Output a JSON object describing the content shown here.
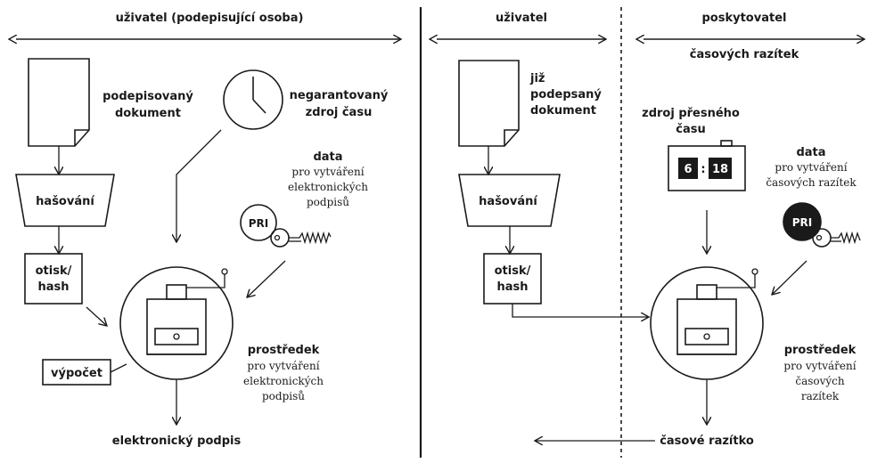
{
  "left": {
    "header": "uživatel (podepisující osoba)",
    "document_label": [
      "podepisovaný",
      "dokument"
    ],
    "clock_label": [
      "negarantovaný",
      "zdroj času"
    ],
    "hashing": "hašování",
    "hash_box": [
      "otisk/",
      "hash"
    ],
    "key_data_title": "data",
    "key_data_desc": [
      "pro vytváření",
      "elektronických",
      "podpisů"
    ],
    "key_badge": "PRI",
    "calc": "výpočet",
    "device_title": "prostředek",
    "device_desc": [
      "pro vytváření",
      "elektronických",
      "podpisů"
    ],
    "output": "elektronický podpis"
  },
  "right": {
    "user_header": "uživatel",
    "provider_header": "poskytovatel",
    "provider_sub": "časových razítek",
    "document_label": [
      "již",
      "podepsaný",
      "dokument"
    ],
    "hashing": "hašování",
    "hash_box": [
      "otisk/",
      "hash"
    ],
    "time_source": [
      "zdroj přesného",
      "času"
    ],
    "clock_hours": "6",
    "clock_colon": ":",
    "clock_minutes": "18",
    "key_data_title": "data",
    "key_data_desc": [
      "pro vytváření",
      "časových razítek"
    ],
    "key_badge": "PRI",
    "device_title": "prostředek",
    "device_desc": [
      "pro vytváření",
      "časových",
      "razítek"
    ],
    "output": "časové razítko"
  }
}
